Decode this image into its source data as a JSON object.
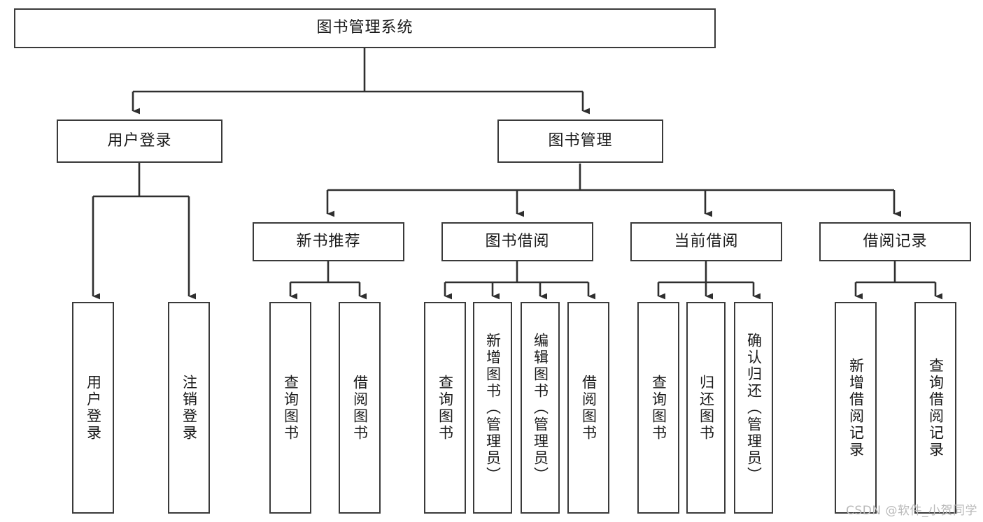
{
  "diagram": {
    "title": "图书管理系统",
    "type": "tree-functional-structure",
    "stroke_color": "#3a3a3a",
    "fill_color": "#ffffff",
    "text_color": "#1a1a1a",
    "watermark": "CSDN @软件_小贺同学"
  },
  "nodes": {
    "root": {
      "label": "图书管理系统"
    },
    "level2": [
      {
        "label": "用户登录"
      },
      {
        "label": "图书管理"
      }
    ],
    "level3": [
      {
        "label": "新书推荐"
      },
      {
        "label": "图书借阅"
      },
      {
        "label": "当前借阅"
      },
      {
        "label": "借阅记录"
      }
    ],
    "leaves": {
      "user_login": [
        {
          "label": "用户登录"
        },
        {
          "label": "注销登录"
        }
      ],
      "new_book_recommend": [
        {
          "label": "查询图书"
        },
        {
          "label": "借阅图书"
        }
      ],
      "book_borrow": [
        {
          "label": "查询图书"
        },
        {
          "label": "新增图书（管理员）"
        },
        {
          "label": "编辑图书（管理员）"
        },
        {
          "label": "借阅图书"
        }
      ],
      "current_borrow": [
        {
          "label": "查询图书"
        },
        {
          "label": "归还图书"
        },
        {
          "label": "确认归还（管理员）"
        }
      ],
      "borrow_record": [
        {
          "label": "新增借阅记录"
        },
        {
          "label": "查询借阅记录"
        }
      ]
    }
  }
}
